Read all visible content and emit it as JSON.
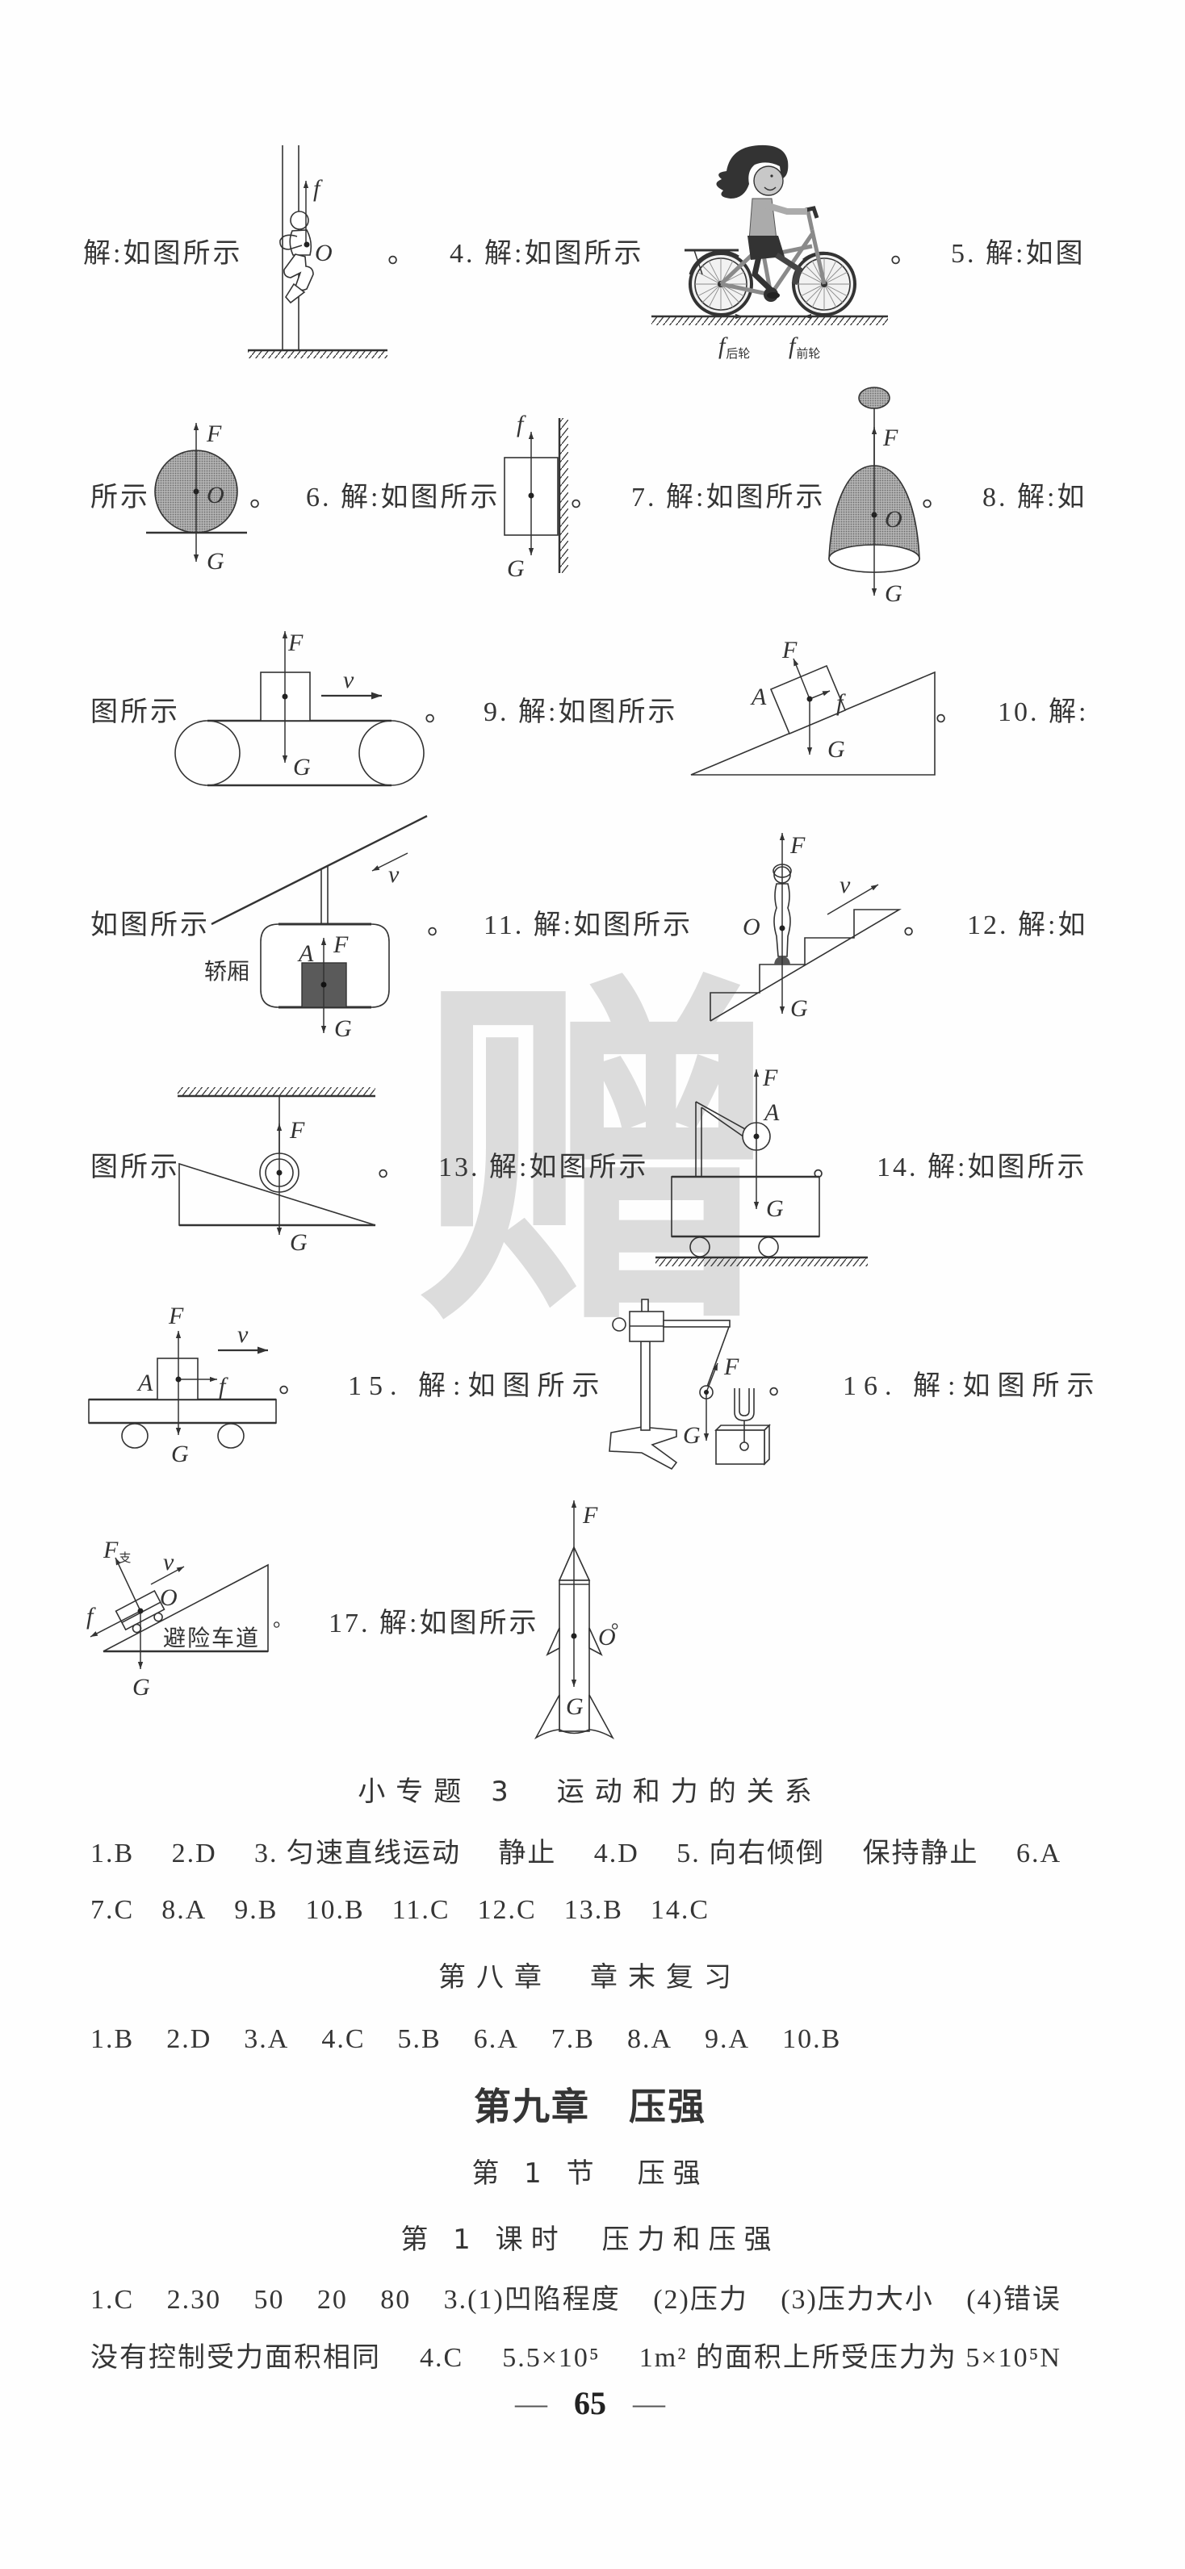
{
  "page": {
    "watermark": "赠",
    "page_number": "65",
    "page_number_dash_left": "—",
    "page_number_dash_right": "—"
  },
  "figure_rows": [
    {
      "items": [
        "解:如图所示",
        "。",
        "4. 解:如图所示",
        "。",
        "5. 解:如图"
      ]
    },
    {
      "items": [
        "所示",
        "。",
        "6. 解:如图所示",
        "。",
        "7. 解:如图所示",
        "。",
        "8. 解:如"
      ]
    },
    {
      "items": [
        "图所示",
        "。",
        "9. 解:如图所示",
        "。",
        "10. 解:"
      ]
    },
    {
      "items": [
        "如图所示",
        "。",
        "11. 解:如图所示",
        "。",
        "12. 解:如"
      ]
    },
    {
      "items": [
        "图所示",
        "。",
        "13. 解:如图所示",
        "。",
        "14. 解:如图所示"
      ]
    },
    {
      "items": [
        "。",
        "15. 解:如图所示",
        "。",
        "16. 解:如图所示"
      ]
    },
    {
      "items": [
        "。",
        "17. 解:如图所示",
        "。"
      ]
    }
  ],
  "figures": {
    "q3_pole_climber": {
      "force_label": "f",
      "center_label": "O"
    },
    "q4_bicycle": {
      "rear_force": "f",
      "rear_sub": "后轮",
      "front_force": "f",
      "front_sub": "前轮"
    },
    "q5_ball": {
      "up_label": "F",
      "down_label": "G",
      "center_label": "O"
    },
    "q6_block_on_wall": {
      "up_label": "f",
      "down_label": "G"
    },
    "q7_hanging_lamp": {
      "up_label": "F",
      "down_label": "G",
      "center_label": "O"
    },
    "q8_conveyor": {
      "up_label": "F",
      "down_label": "G",
      "velocity_label": "v"
    },
    "q9_block_on_incline": {
      "normal_label": "F",
      "friction_label": "f",
      "down_label": "G",
      "object_label": "A"
    },
    "q10_cable_car": {
      "up_label": "F",
      "down_label": "G",
      "object_label": "A",
      "cabin_label": "轿厢",
      "velocity_label": "v"
    },
    "q11_escalator": {
      "up_label": "F",
      "down_label": "G",
      "center_label": "O",
      "velocity_label": "v"
    },
    "q12_ball_on_slope": {
      "up_label": "F",
      "down_label": "G"
    },
    "q13_crane": {
      "up_label": "F",
      "down_label": "G",
      "object_label": "A"
    },
    "q14_cart": {
      "up_label": "F",
      "down_label": "G",
      "friction_label": "f",
      "object_label": "A",
      "velocity_label": "v"
    },
    "q15_pendulum_fork": {
      "up_label": "F",
      "down_label": "G"
    },
    "q16_runaway_ramp": {
      "normal_label": "F",
      "normal_sub": "支",
      "friction_label": "f",
      "down_label": "G",
      "center_label": "O",
      "velocity_label": "v",
      "ramp_label": "避险车道"
    },
    "q17_rocket": {
      "up_label": "F",
      "down_label": "G",
      "center_label": "O"
    }
  },
  "sections": [
    {
      "title": "小专题 3　运动和力的关系",
      "lines": [
        [
          "1.B",
          "2.D",
          "3. 匀速直线运动",
          "静止",
          "4.D",
          "5. 向右倾倒",
          "保持静止",
          "6.A"
        ],
        [
          "7.C",
          "8.A",
          "9.B",
          "10.B",
          "11.C",
          "12.C",
          "13.B",
          "14.C"
        ]
      ]
    },
    {
      "title": "第八章　章末复习",
      "lines": [
        [
          "1.B",
          "2.D",
          "3.A",
          "4.C",
          "5.B",
          "6.A",
          "7.B",
          "8.A",
          "9.A",
          "10.B"
        ]
      ]
    },
    {
      "chapter_title": "第九章　压强",
      "section_title": "第 1 节　压强",
      "lesson_title": "第 1 课时　压力和压强",
      "lines": [
        [
          "1.C",
          "2.30",
          "50",
          "20",
          "80",
          "3.(1)凹陷程度",
          "(2)压力",
          "(3)压力大小",
          "(4)错误"
        ],
        [
          "没有控制受力面积相同",
          "4.C",
          "5.5×10⁵",
          "1m² 的面积上所受压力为 5×10⁵N"
        ]
      ]
    }
  ]
}
